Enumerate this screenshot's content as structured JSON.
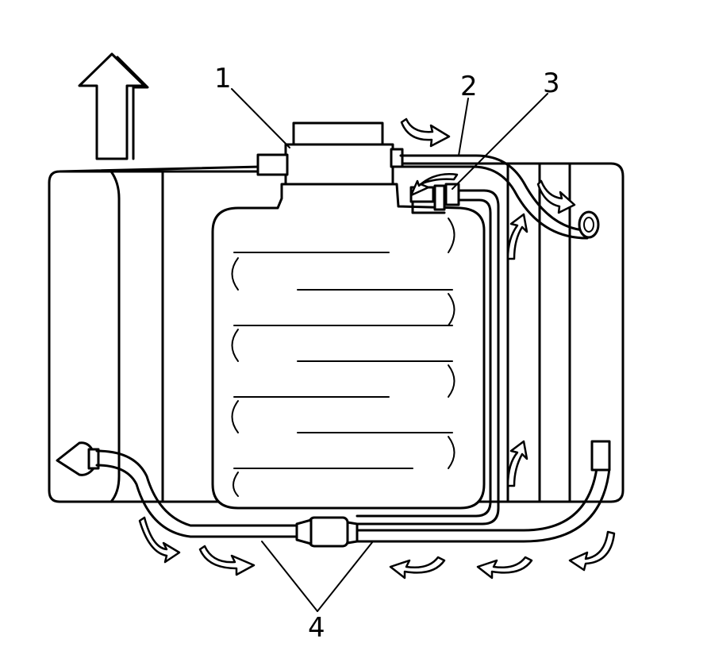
{
  "callouts": [
    {
      "id": "1",
      "label": "1"
    },
    {
      "id": "2",
      "label": "2"
    },
    {
      "id": "3",
      "label": "3"
    },
    {
      "id": "4",
      "label": "4"
    }
  ],
  "icons": {
    "up_arrow": "forward-direction-arrow-icon",
    "flow_arrow": "air-flow-arrow-icon"
  }
}
